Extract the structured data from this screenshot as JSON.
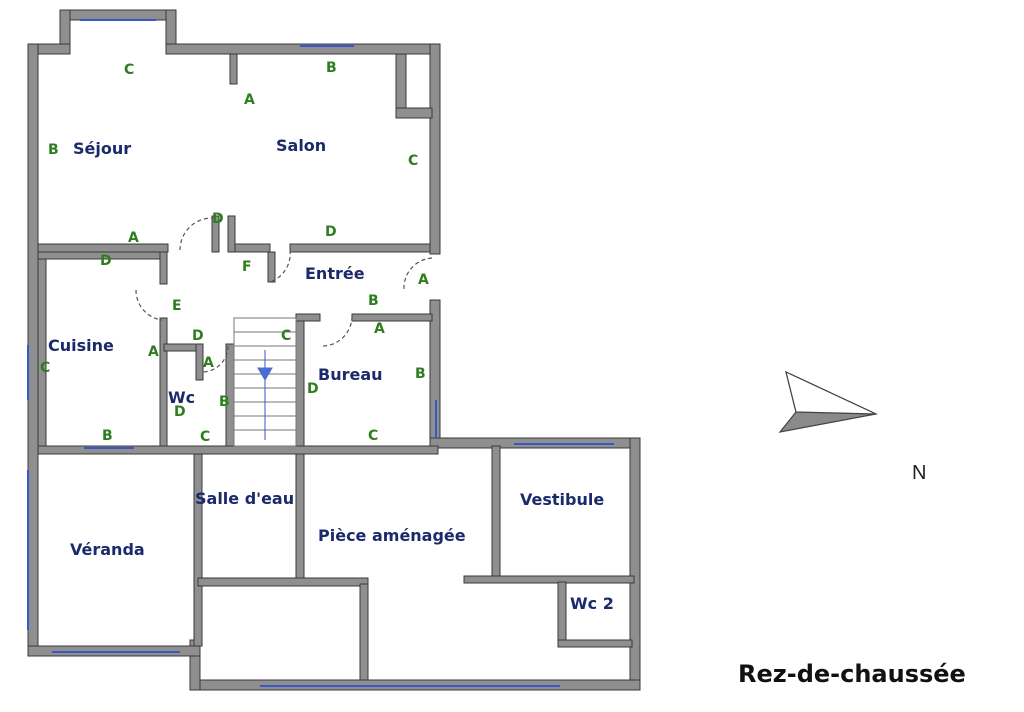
{
  "rooms": {
    "sejour": "Séjour",
    "salon": "Salon",
    "entree": "Entrée",
    "cuisine": "Cuisine",
    "wc": "Wc",
    "bureau": "Bureau",
    "salle_deau": "Salle d'eau",
    "veranda": "Véranda",
    "piece_amenagee": "Pièce aménagée",
    "vestibule": "Vestibule",
    "wc2": "Wc 2"
  },
  "walls": {
    "sejour_top": "C",
    "sejour_left": "B",
    "sejour_right": "A",
    "sejour_bottom": "A",
    "salon_top": "B",
    "salon_right": "C",
    "salon_door": "D",
    "salon_bottom": "D",
    "cuisine_top": "D",
    "entree_f": "F",
    "entree_e": "E",
    "entree_a": "A",
    "entree_b": "B",
    "entree_c": "C",
    "cuisine_left": "C",
    "cuisine_right": "A",
    "cuisine_bottom": "B",
    "wc_top": "D",
    "wc_a": "A",
    "wc_d": "D",
    "wc_bottom": "C",
    "stair_b": "B",
    "bureau_a": "A",
    "bureau_d": "D",
    "bureau_b": "B",
    "bureau_bottom": "C"
  },
  "compass": {
    "north_label": "N",
    "fill_color": "#8a8a8a"
  },
  "floor_title": "Rez-de-chaussée",
  "colors": {
    "wall": "#8f8f8f",
    "wall_edge": "#3a3a3a",
    "room_text": "#1b2a6b",
    "wall_label": "#2e7d1f",
    "window": "#3a56c8"
  }
}
